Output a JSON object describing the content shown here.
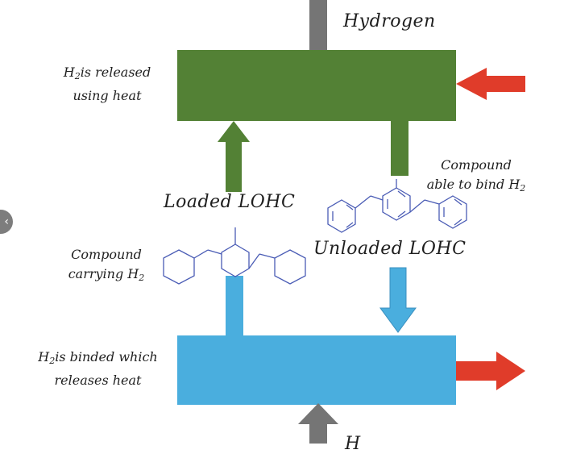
{
  "labels": {
    "hydrogen": "Hydrogen",
    "released_line1_prefix": "H",
    "released_line1_sub": "2",
    "released_line1_suffix": "is released",
    "released_line2": "using heat",
    "loaded": "Loaded LOHC",
    "unloaded": "Unloaded LOHC",
    "able_line1": "Compound",
    "able_line2_prefix": "able to bind H",
    "able_line2_sub": "2",
    "carrying_line1": "Compound",
    "carrying_line2_prefix": "carrying H",
    "carrying_line2_sub": "2",
    "binded_line1_prefix": "H",
    "binded_line1_sub": "2",
    "binded_line1_suffix": "is binded which",
    "binded_line2": "releases heat",
    "bottom_cut": "H"
  },
  "side_button": {
    "icon": "chevron-left-icon",
    "glyph": "‹"
  },
  "colors": {
    "green": "#538135",
    "blue": "#4aaede",
    "red": "#e03c2a",
    "gray": "#757575",
    "molecule": "#4a5cb5",
    "text": "#1f1f1f"
  }
}
